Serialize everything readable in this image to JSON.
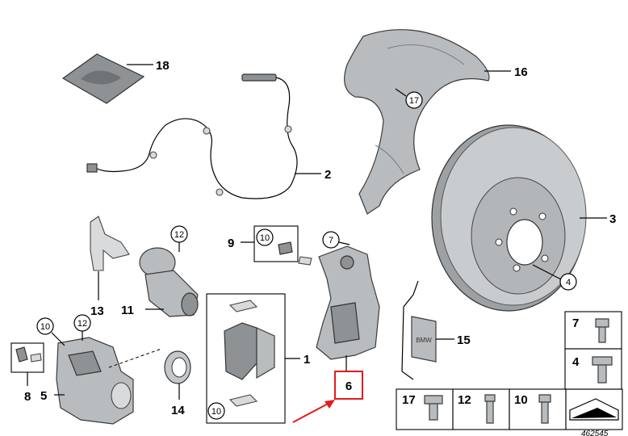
{
  "diagram": {
    "callouts": {
      "c1": "1",
      "c2": "2",
      "c3": "3",
      "c4": "4",
      "c5": "5",
      "c6": "6",
      "c7": "7",
      "c8": "8",
      "c9": "9",
      "c10a": "10",
      "c10b": "10",
      "c10c": "10",
      "c11": "11",
      "c12a": "12",
      "c12b": "12",
      "c13": "13",
      "c14": "14",
      "c15": "15",
      "c16": "16",
      "c17": "17",
      "c18": "18"
    },
    "legend": {
      "r7": "7",
      "r4": "4",
      "b17": "17",
      "b12": "12",
      "b10": "10"
    },
    "pad_brand": "BMW",
    "drawing_number": "462545"
  },
  "colors": {
    "highlight": "#e31b1b",
    "part_fill": "#b9bcbf"
  }
}
